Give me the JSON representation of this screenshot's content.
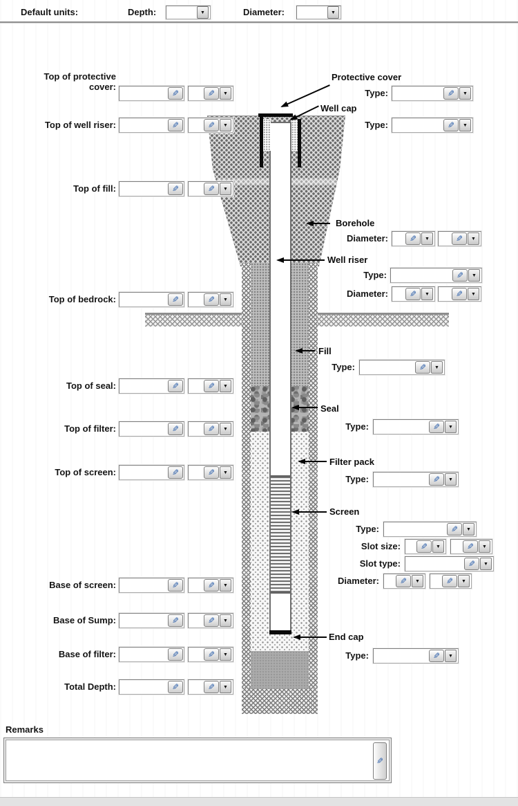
{
  "header": {
    "default_units_label": "Default units:",
    "depth_label": "Depth:",
    "depth_value": "",
    "diameter_label": "Diameter:",
    "diameter_value": ""
  },
  "left_fields": [
    {
      "label": "Top of protective cover:",
      "value": "",
      "unit": ""
    },
    {
      "label": "Top of well riser:",
      "value": "",
      "unit": ""
    },
    {
      "label": "Top of fill:",
      "value": "",
      "unit": ""
    },
    {
      "label": "Top of bedrock:",
      "value": "",
      "unit": ""
    },
    {
      "label": "Top of seal:",
      "value": "",
      "unit": ""
    },
    {
      "label": "Top of filter:",
      "value": "",
      "unit": ""
    },
    {
      "label": "Top of screen:",
      "value": "",
      "unit": ""
    },
    {
      "label": "Base of screen:",
      "value": "",
      "unit": ""
    },
    {
      "label": "Base of Sump:",
      "value": "",
      "unit": ""
    },
    {
      "label": "Base of filter:",
      "value": "",
      "unit": ""
    },
    {
      "label": "Total Depth:",
      "value": "",
      "unit": ""
    }
  ],
  "annotations": {
    "protective_cover": {
      "title": "Protective cover",
      "type_label": "Type:",
      "type_value": ""
    },
    "well_cap": {
      "title": "Well cap",
      "type_label": "Type:",
      "type_value": ""
    },
    "borehole": {
      "title": "Borehole",
      "diameter_label": "Diameter:",
      "diameter_value": "",
      "diameter_unit": ""
    },
    "well_riser": {
      "title": "Well riser",
      "type_label": "Type:",
      "type_value": "",
      "diameter_label": "Diameter:",
      "diameter_value": "",
      "diameter_unit": ""
    },
    "fill": {
      "title": "Fill",
      "type_label": "Type:",
      "type_value": ""
    },
    "seal": {
      "title": "Seal",
      "type_label": "Type:",
      "type_value": ""
    },
    "filter_pack": {
      "title": "Filter pack",
      "type_label": "Type:",
      "type_value": ""
    },
    "screen": {
      "title": "Screen",
      "type_label": "Type:",
      "type_value": "",
      "slot_size_label": "Slot size:",
      "slot_size_value": "",
      "slot_size_unit": "",
      "slot_type_label": "Slot type:",
      "slot_type_value": "",
      "diameter_label": "Diameter:",
      "diameter_value": "",
      "diameter_unit": ""
    },
    "end_cap": {
      "title": "End cap",
      "type_label": "Type:",
      "type_value": ""
    }
  },
  "remarks": {
    "label": "Remarks",
    "value": ""
  },
  "icons": {
    "pencil": "edit-pencil",
    "dropdown": "chevron-down"
  },
  "colors": {
    "pencil_icon": "#2c5faa",
    "annotation_text": "#0c0c0c",
    "pattern_gray": "#8d8d8d"
  }
}
